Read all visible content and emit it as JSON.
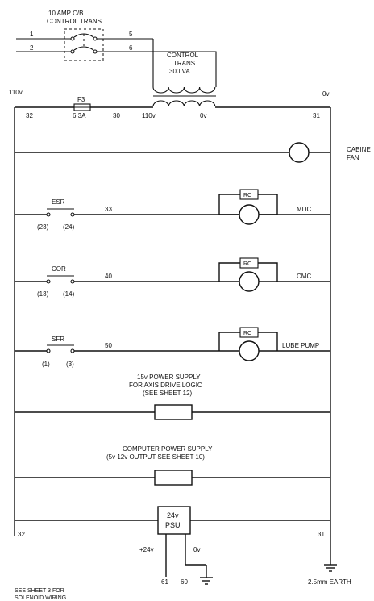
{
  "breaker": {
    "line1": "10 AMP C/B",
    "line2": "CONTROL TRANS"
  },
  "inputs": {
    "in1": "1",
    "in2": "2",
    "out1": "5",
    "out2": "6"
  },
  "transformer": {
    "line1": "CONTROL",
    "line2": "TRANS",
    "line3": "300 VA",
    "primary": "110v",
    "secondary": "0v"
  },
  "rails": {
    "left_voltage": "110v",
    "right_voltage": "0v",
    "top_left": "32",
    "top_right": "31",
    "bottom_left": "32",
    "bottom_right": "31"
  },
  "fuse": {
    "name": "F3",
    "rating": "6.3A",
    "wire_after": "30"
  },
  "cabinet_fan": {
    "line1": "CABINE",
    "line2": "FAN"
  },
  "rungs": [
    {
      "contact": "ESR",
      "pin_a": "(23)",
      "pin_b": "(24)",
      "wire": "33",
      "rc": "RC",
      "load": "MDC"
    },
    {
      "contact": "COR",
      "pin_a": "(13)",
      "pin_b": "(14)",
      "wire": "40",
      "rc": "RC",
      "load": "CMC"
    },
    {
      "contact": "SFR",
      "pin_a": "(1)",
      "pin_b": "(3)",
      "wire": "50",
      "rc": "RC",
      "load": "LUBE PUMP"
    }
  ],
  "psu15": {
    "line1": "15v POWER SUPPLY",
    "line2": "FOR AXIS DRIVE LOGIC",
    "line3": "(SEE SHEET 12)"
  },
  "computer_psu": {
    "line1": "COMPUTER POWER SUPPLY",
    "line2": "(5v 12v OUTPUT  SEE SHEET 10)"
  },
  "psu24": {
    "line1": "24v",
    "line2": "PSU",
    "plus": "+24v",
    "zero": "0v",
    "wire_a": "61",
    "wire_b": "60"
  },
  "earth": {
    "label": "2.5mm EARTH"
  },
  "note": {
    "line1": "SEE SHEET 3 FOR",
    "line2": "SOLENOID WIRING"
  }
}
